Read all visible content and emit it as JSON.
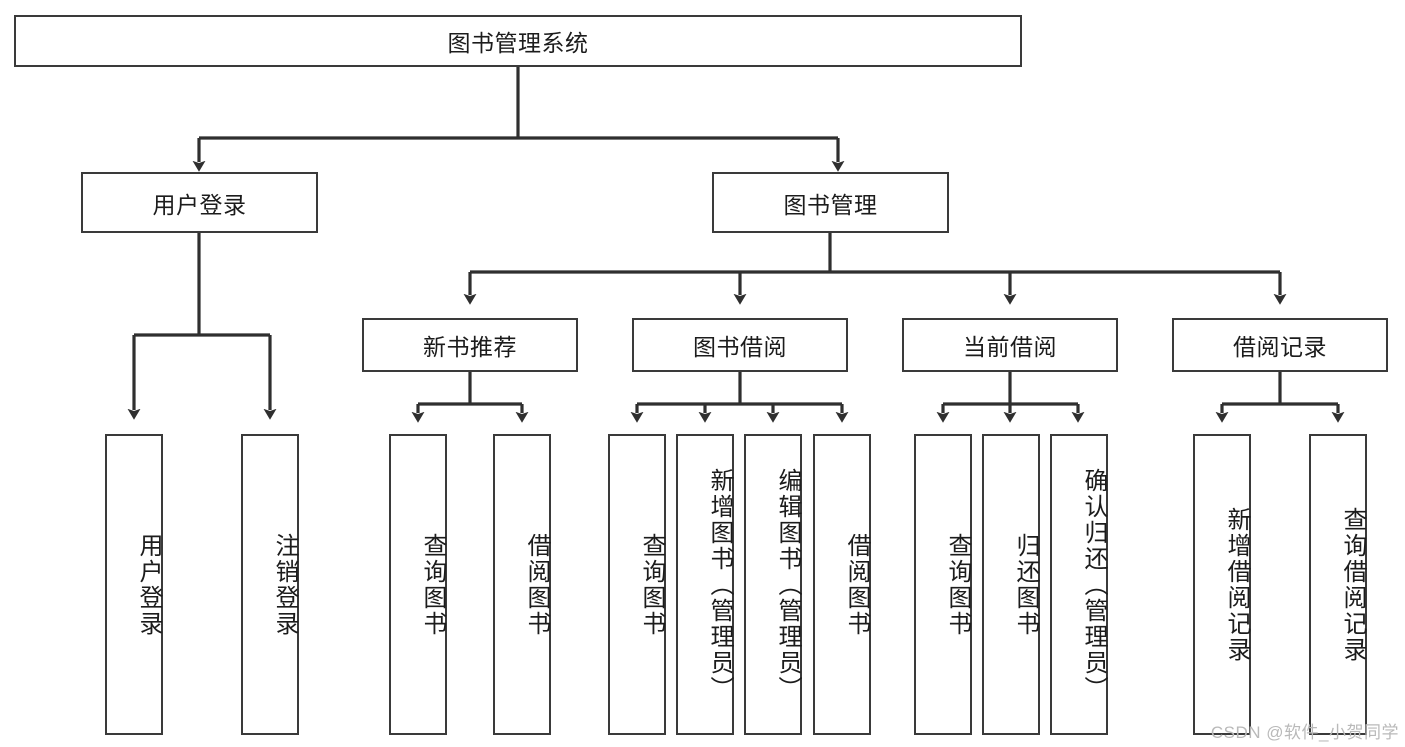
{
  "diagram": {
    "title_node": {
      "label": "图书管理系统"
    },
    "level1": [
      {
        "id": "user-login",
        "label": "用户登录"
      },
      {
        "id": "book-management",
        "label": "图书管理"
      }
    ],
    "level2": [
      {
        "id": "new-book-recommend",
        "label": "新书推荐"
      },
      {
        "id": "book-borrow",
        "label": "图书借阅"
      },
      {
        "id": "current-borrow",
        "label": "当前借阅"
      },
      {
        "id": "borrow-record",
        "label": "借阅记录"
      }
    ],
    "leaves": [
      {
        "id": "leaf-user-login",
        "label": "用户登录",
        "parent": "user-login"
      },
      {
        "id": "leaf-logout-login",
        "label": "注销登录",
        "parent": "user-login"
      },
      {
        "id": "leaf-query-book-1",
        "label": "查询图书",
        "parent": "new-book-recommend"
      },
      {
        "id": "leaf-borrow-book-1",
        "label": "借阅图书",
        "parent": "new-book-recommend"
      },
      {
        "id": "leaf-query-book-2",
        "label": "查询图书",
        "parent": "book-borrow"
      },
      {
        "id": "leaf-add-book",
        "label": "新增图书（管理员）",
        "parent": "book-borrow"
      },
      {
        "id": "leaf-edit-book",
        "label": "编辑图书（管理员）",
        "parent": "book-borrow"
      },
      {
        "id": "leaf-borrow-book-2",
        "label": "借阅图书",
        "parent": "book-borrow"
      },
      {
        "id": "leaf-query-book-3",
        "label": "查询图书",
        "parent": "current-borrow"
      },
      {
        "id": "leaf-return-book",
        "label": "归还图书",
        "parent": "current-borrow"
      },
      {
        "id": "leaf-confirm-return",
        "label": "确认归还（管理员）",
        "parent": "current-borrow"
      },
      {
        "id": "leaf-add-record",
        "label": "新增借阅记录",
        "parent": "borrow-record"
      },
      {
        "id": "leaf-query-record",
        "label": "查询借阅记录",
        "parent": "borrow-record"
      }
    ],
    "watermark": "CSDN @软件_小贺同学",
    "colors": {
      "stroke": "#3a3a3a",
      "fill": "#ffffff",
      "text": "#1c1c1c",
      "watermark": "#b9b9b9"
    }
  }
}
